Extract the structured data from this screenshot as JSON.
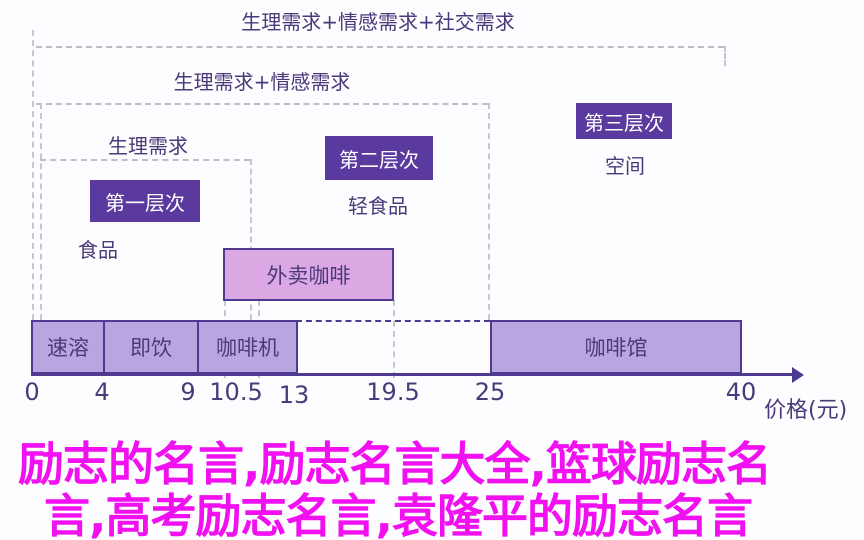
{
  "levels": {
    "top": "生理需求+情感需求+社交需求",
    "mid": "生理需求+情感需求",
    "low": "生理需求"
  },
  "layers": {
    "first": "第一层次",
    "second": "第二层次",
    "third": "第三层次"
  },
  "labels": {
    "food": "食品",
    "light_food": "轻食品",
    "space": "空间",
    "takeaway": "外卖咖啡"
  },
  "segments": [
    "速溶",
    "即饮",
    "咖啡机",
    "咖啡馆"
  ],
  "ticks": [
    "0",
    "4",
    "9",
    "10.5",
    "13",
    "19.5",
    "25",
    "40"
  ],
  "axis_label": "价格(元)",
  "overlay": {
    "line1": "励志的名言,励志名言大全,篮球励志名",
    "line2": "言,高考励志名言,袁隆平的励志名言"
  }
}
